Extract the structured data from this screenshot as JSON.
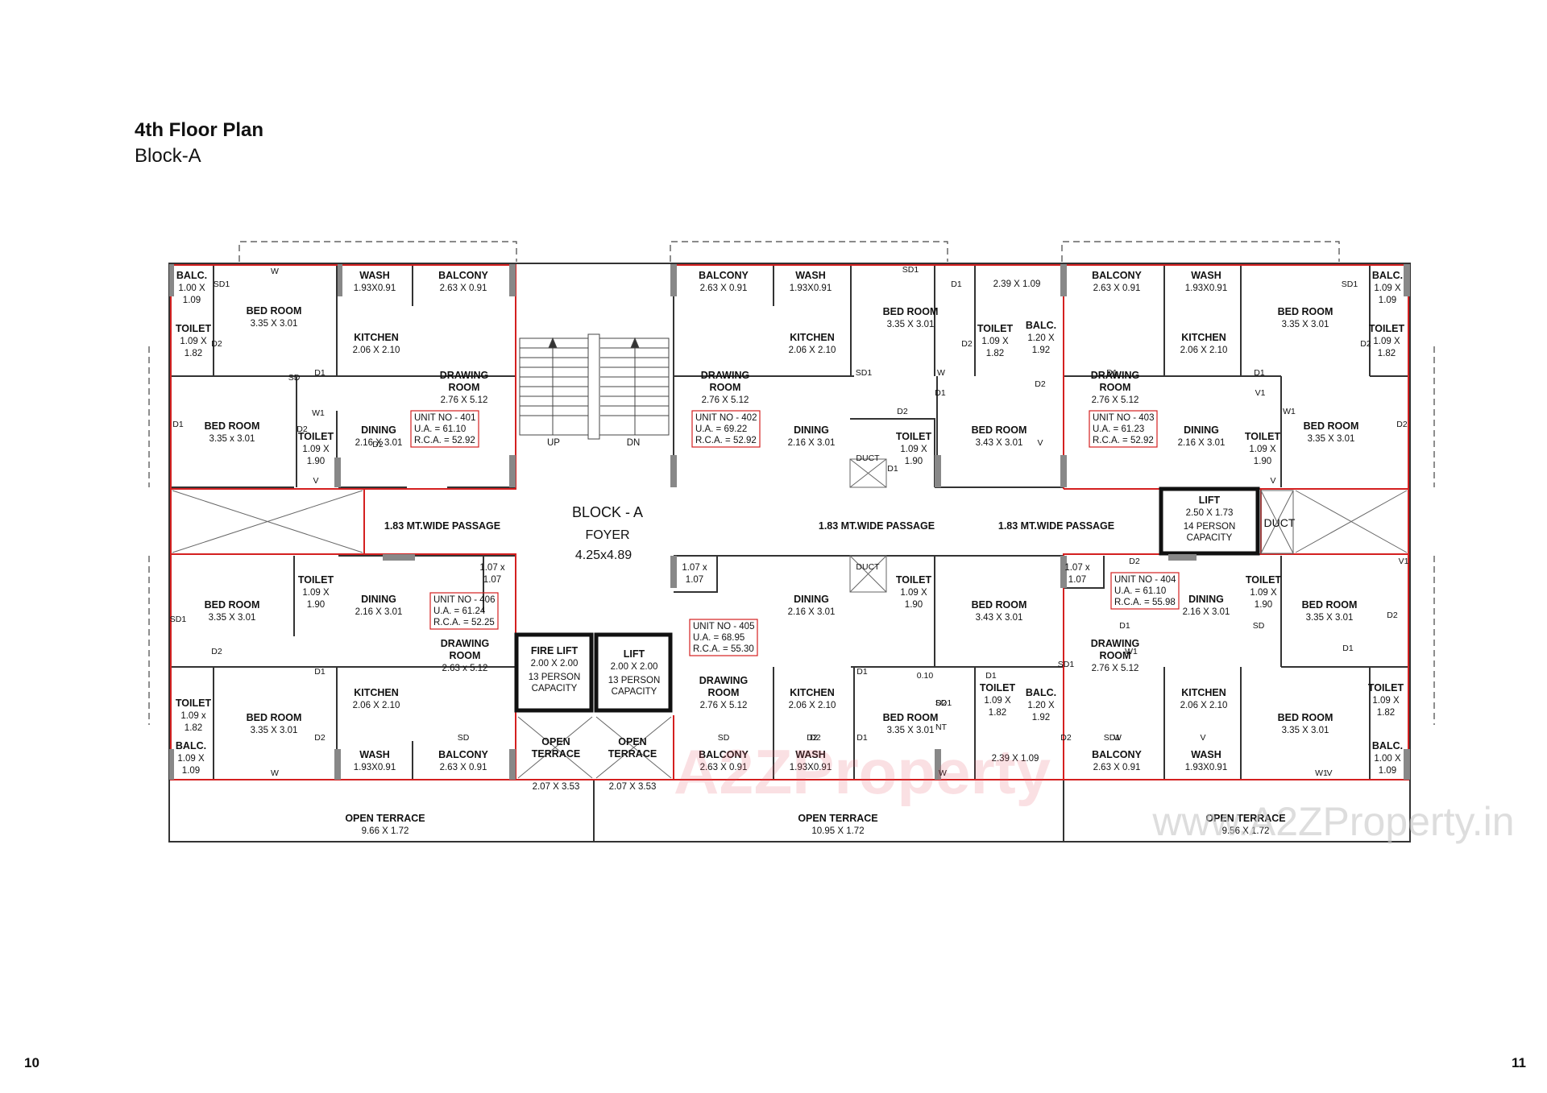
{
  "header": {
    "title": "4th Floor Plan",
    "subtitle": "Block-A"
  },
  "page_numbers": {
    "left": "10",
    "right": "11"
  },
  "central": {
    "block_label": "BLOCK - A",
    "foyer_label": "FOYER",
    "foyer_dims": "4.25x4.89",
    "stair_up": "UP",
    "stair_dn": "DN"
  },
  "passages": [
    "1.83 MT.WIDE PASSAGE",
    "1.83 MT.WIDE PASSAGE",
    "1.83 MT.WIDE PASSAGE"
  ],
  "lifts": [
    {
      "name": "FIRE LIFT",
      "dims": "2.00 X 2.00",
      "cap1": "13 PERSON",
      "cap2": "CAPACITY"
    },
    {
      "name": "LIFT",
      "dims": "2.00 X 2.00",
      "cap1": "13 PERSON",
      "cap2": "CAPACITY"
    },
    {
      "name": "LIFT",
      "dims": "2.50 X 1.73",
      "cap1": "14 PERSON",
      "cap2": "CAPACITY"
    }
  ],
  "units": [
    {
      "no": "UNIT NO - 401",
      "ua": "U.A.    =  61.10",
      "rca": "R.C.A. =  52.92"
    },
    {
      "no": "UNIT NO - 402",
      "ua": "U.A.    =  69.22",
      "rca": "R.C.A. =  52.92"
    },
    {
      "no": "UNIT NO - 403",
      "ua": "U.A.    =  61.23",
      "rca": "R.C.A. =  52.92"
    },
    {
      "no": "UNIT NO - 404",
      "ua": "U.A.    =  61.10",
      "rca": "R.C.A. =  55.98"
    },
    {
      "no": "UNIT NO - 405",
      "ua": "U.A.    =  68.95",
      "rca": "R.C.A. =  55.30"
    },
    {
      "no": "UNIT NO - 406",
      "ua": "U.A.    =  61.24",
      "rca": "R.C.A. =  52.25"
    }
  ],
  "rooms": [
    {
      "name": "BALC.",
      "dims": "1.00 X",
      "dims2": "1.09"
    },
    {
      "name": "BED ROOM",
      "dims": "3.35 X 3.01"
    },
    {
      "name": "TOILET",
      "dims": "1.09 X",
      "dims2": "1.82"
    },
    {
      "name": "WASH",
      "dims": "1.93X0.91"
    },
    {
      "name": "KITCHEN",
      "dims": "2.06 X 2.10"
    },
    {
      "name": "BALCONY",
      "dims": "2.63 X 0.91"
    },
    {
      "name": "DRAWING",
      "name2": "ROOM",
      "dims": "2.76 X 5.12"
    },
    {
      "name": "BED ROOM",
      "dims": "3.35 x 3.01"
    },
    {
      "name": "TOILET",
      "dims": "1.09 X",
      "dims2": "1.90"
    },
    {
      "name": "DINING",
      "dims": "2.16 X 3.01"
    },
    {
      "name": "BALCONY",
      "dims": "2.63 X 0.91"
    },
    {
      "name": "WASH",
      "dims": "1.93X0.91"
    },
    {
      "name": "BED ROOM",
      "dims": "3.35 X 3.01"
    },
    {
      "name": "",
      "dims": "2.39 X 1.09"
    },
    {
      "name": "TOILET",
      "dims": "1.09 X",
      "dims2": "1.82"
    },
    {
      "name": "BALC.",
      "dims": "1.20 X",
      "dims2": "1.92"
    },
    {
      "name": "KITCHEN",
      "dims": "2.06 X 2.10"
    },
    {
      "name": "DRAWING",
      "name2": "ROOM",
      "dims": "2.76 X 5.12"
    },
    {
      "name": "DINING",
      "dims": "2.16 X 3.01"
    },
    {
      "name": "TOILET",
      "dims": "1.09 X",
      "dims2": "1.90"
    },
    {
      "name": "BED ROOM",
      "dims": "3.43 X 3.01"
    },
    {
      "name": "BALCONY",
      "dims": "2.63 X 0.91"
    },
    {
      "name": "WASH",
      "dims": "1.93X0.91"
    },
    {
      "name": "BED ROOM",
      "dims": "3.35 X 3.01"
    },
    {
      "name": "BALC.",
      "dims": "1.09 X",
      "dims2": "1.09"
    },
    {
      "name": "TOILET",
      "dims": "1.09 X",
      "dims2": "1.82"
    },
    {
      "name": "KITCHEN",
      "dims": "2.06 X 2.10"
    },
    {
      "name": "DRAWING",
      "name2": "ROOM",
      "dims": "2.76 X 5.12"
    },
    {
      "name": "DINING",
      "dims": "2.16 X 3.01"
    },
    {
      "name": "TOILET",
      "dims": "1.09 X",
      "dims2": "1.90"
    },
    {
      "name": "BED ROOM",
      "dims": "3.35 X 3.01"
    },
    {
      "name": "BED ROOM",
      "dims": "3.35 X 3.01"
    },
    {
      "name": "TOILET",
      "dims": "1.09 X",
      "dims2": "1.90"
    },
    {
      "name": "DINING",
      "dims": "2.16 X 3.01"
    },
    {
      "name": "",
      "dims": "1.07 x",
      "dims2": "1.07"
    },
    {
      "name": "DRAWING",
      "name2": "ROOM",
      "dims": "2.63 x 5.12"
    },
    {
      "name": "TOILET",
      "dims": "1.09 x",
      "dims2": "1.82"
    },
    {
      "name": "BED ROOM",
      "dims": "3.35 X 3.01"
    },
    {
      "name": "KITCHEN",
      "dims": "2.06 X 2.10"
    },
    {
      "name": "BALC.",
      "dims": "1.09 X",
      "dims2": "1.09"
    },
    {
      "name": "WASH",
      "dims": "1.93X0.91"
    },
    {
      "name": "BALCONY",
      "dims": "2.63 X 0.91"
    },
    {
      "name": "",
      "dims": "1.07 x",
      "dims2": "1.07"
    },
    {
      "name": "DINING",
      "dims": "2.16 X 3.01"
    },
    {
      "name": "TOILET",
      "dims": "1.09 X",
      "dims2": "1.90"
    },
    {
      "name": "BED ROOM",
      "dims": "3.43 X 3.01"
    },
    {
      "name": "DRAWING",
      "name2": "ROOM",
      "dims": "2.76 X 5.12"
    },
    {
      "name": "KITCHEN",
      "dims": "2.06 X 2.10"
    },
    {
      "name": "BED ROOM",
      "dims": "3.35 X 3.01"
    },
    {
      "name": "TOILET",
      "dims": "1.09 X",
      "dims2": "1.82"
    },
    {
      "name": "BALC.",
      "dims": "1.20 X",
      "dims2": "1.92"
    },
    {
      "name": "BALCONY",
      "dims": "2.63 X 0.91"
    },
    {
      "name": "WASH",
      "dims": "1.93X0.91"
    },
    {
      "name": "",
      "dims": "2.39 X 1.09"
    },
    {
      "name": "",
      "dims": "1.07 x",
      "dims2": "1.07"
    },
    {
      "name": "DINING",
      "dims": "2.16 X 3.01"
    },
    {
      "name": "TOILET",
      "dims": "1.09 X",
      "dims2": "1.90"
    },
    {
      "name": "BED ROOM",
      "dims": "3.35 X 3.01"
    },
    {
      "name": "DRAWING",
      "name2": "ROOM",
      "dims": "2.76 X 5.12"
    },
    {
      "name": "KITCHEN",
      "dims": "2.06 X 2.10"
    },
    {
      "name": "BED ROOM",
      "dims": "3.35 X 3.01"
    },
    {
      "name": "TOILET",
      "dims": "1.09 X",
      "dims2": "1.82"
    },
    {
      "name": "BALCONY",
      "dims": "2.63 X 0.91"
    },
    {
      "name": "WASH",
      "dims": "1.93X0.91"
    },
    {
      "name": "BALC.",
      "dims": "1.00 X",
      "dims2": "1.09"
    }
  ],
  "open_terraces": [
    {
      "name": "OPEN",
      "name2": "TERRACE",
      "dims": "2.07 X 3.53"
    },
    {
      "name": "OPEN",
      "name2": "TERRACE",
      "dims": "2.07 X 3.53"
    },
    {
      "name": "OPEN TERRACE",
      "dims": "9.66 X 1.72"
    },
    {
      "name": "OPEN TERRACE",
      "dims": "10.95 X 1.72"
    },
    {
      "name": "OPEN TERRACE",
      "dims": "9.56 X 1.72"
    }
  ],
  "ducts": [
    "DUCT",
    "DUCT",
    "DUCT"
  ],
  "tags": [
    "W",
    "SD1",
    "D2",
    "D1",
    "SD",
    "D2",
    "D1",
    "W1",
    "D2",
    "V",
    "D1",
    "D2",
    "SD1",
    "D2",
    "D1",
    "SD1",
    "D1",
    "D2",
    "V",
    "W",
    "D1",
    "SD1",
    "D2",
    "D1",
    "W1",
    "D2",
    "V1",
    "V",
    "D2",
    "D1",
    "W1",
    "SD1",
    "D2",
    "D1",
    "SD",
    "D2",
    "W",
    "D1",
    "D2",
    "SD1",
    "D1",
    "D2",
    "NT",
    "0.10",
    "SD",
    "D2",
    "W",
    "D1",
    "SD1",
    "D2",
    "V",
    "W1",
    "D1",
    "D2",
    "SD",
    "SD1",
    "W",
    "V",
    "V1"
  ],
  "watermark": {
    "brand": "A2ZProperty",
    "url": "www.A2ZProperty.in"
  }
}
